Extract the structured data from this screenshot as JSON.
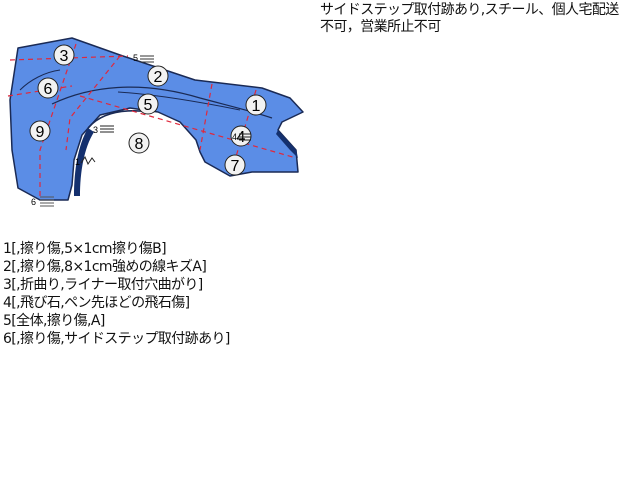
{
  "header_note": "サイドステップ取付跡あり,スチール、個人宅配送\n不可，営業所止不可",
  "diagram": {
    "colors": {
      "panel_fill": "#5b8de6",
      "panel_outline": "#1a2a55",
      "wheel_arch_dark": "#14306e",
      "section_lines": "#e0283c",
      "number_fill": "#f2f2f2"
    },
    "region_numbers": [
      "1",
      "2",
      "3",
      "4",
      "5",
      "6",
      "7",
      "8",
      "9"
    ],
    "severity_tags": [
      {
        "digit": "5",
        "icon": "severity-lines-icon"
      },
      {
        "digit": "3",
        "icon": "severity-lines-icon"
      },
      {
        "digit": "4",
        "icon": "severity-lines-icon"
      },
      {
        "digit": "6",
        "icon": "severity-lines-icon"
      },
      {
        "digit": "1",
        "icon": "severity-wave-icon"
      }
    ]
  },
  "damage_list": [
    "1[,擦り傷,5×1cm擦り傷B]",
    "2[,擦り傷,8×1cm強めの線キズA]",
    "3[,折曲り,ライナー取付穴曲がり]",
    "4[,飛び石,ペン先ほどの飛石傷]",
    "5[全体,擦り傷,A]",
    "6[,擦り傷,サイドステップ取付跡あり]"
  ]
}
